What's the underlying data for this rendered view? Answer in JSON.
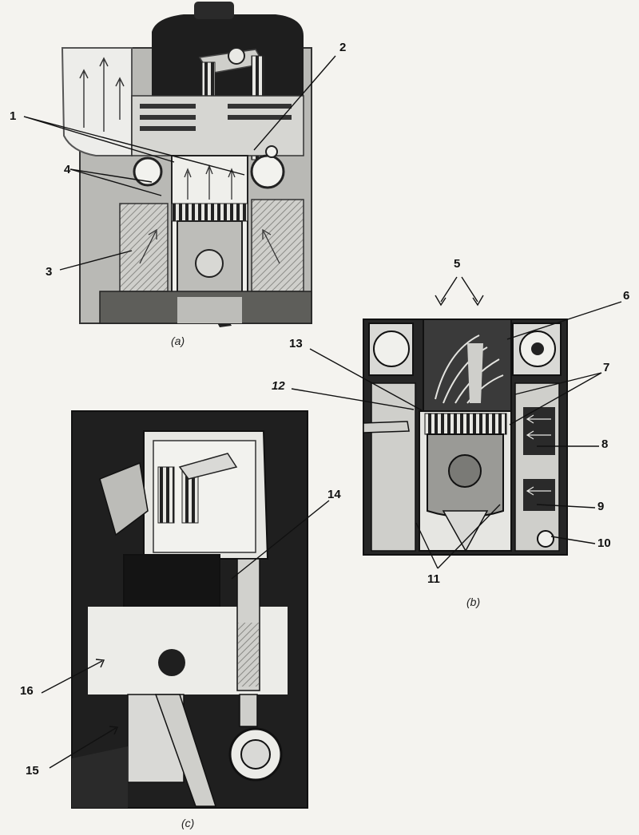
{
  "panels": {
    "a": {
      "caption": "(a)",
      "labels": [
        "1",
        "2",
        "3",
        "4"
      ]
    },
    "b": {
      "caption": "(b)",
      "labels": [
        "5",
        "6",
        "7",
        "8",
        "9",
        "10",
        "11",
        "12",
        "13"
      ]
    },
    "c": {
      "caption": "(c)",
      "labels": [
        "14",
        "15",
        "16"
      ]
    }
  },
  "colors": {
    "background": "#f4f3ef",
    "dark": "#1c1c1c",
    "mid": "#7a7a7a",
    "light": "#d9d9d6"
  }
}
